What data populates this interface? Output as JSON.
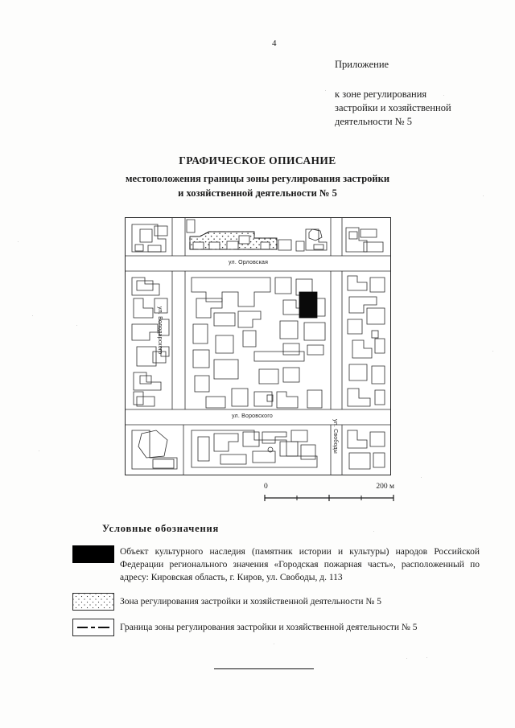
{
  "page": {
    "number": "4"
  },
  "appendix": {
    "word": "Приложение",
    "ref_line_1": "к зоне регулирования",
    "ref_line_2": "застройки и хозяйственной",
    "ref_line_3": "деятельности № 5"
  },
  "title": {
    "main": "ГРАФИЧЕСКОЕ ОПИСАНИЕ",
    "sub_line_1": "местоположения границы зоны регулирования застройки",
    "sub_line_2": "и хозяйственной деятельности № 5"
  },
  "map": {
    "streets": {
      "orlovskaya": "ул. Орловская",
      "vorovskogo": "ул. Воровского",
      "volodarskogo": "ул. Володарского",
      "svobody": "ул. Свободы"
    },
    "scalebar": {
      "min_label": "0",
      "max_label": "200 м"
    }
  },
  "legend": {
    "heading": "Условные обозначения",
    "items": [
      {
        "swatch": "solid-black-fill",
        "text": "Объект культурного наследия (памятник истории и культуры) народов Российской Федерации регионального значения «Городская пожарная часть», расположенный по адресу: Кировская область, г. Киров, ул. Свободы, д. 113"
      },
      {
        "swatch": "dotted-fill",
        "text": "Зона регулирования застройки и хозяйственной деятельности № 5"
      },
      {
        "swatch": "dash-dot-line",
        "text": "Граница зоны регулирования застройки и хозяйственной деятельности № 5"
      }
    ]
  }
}
